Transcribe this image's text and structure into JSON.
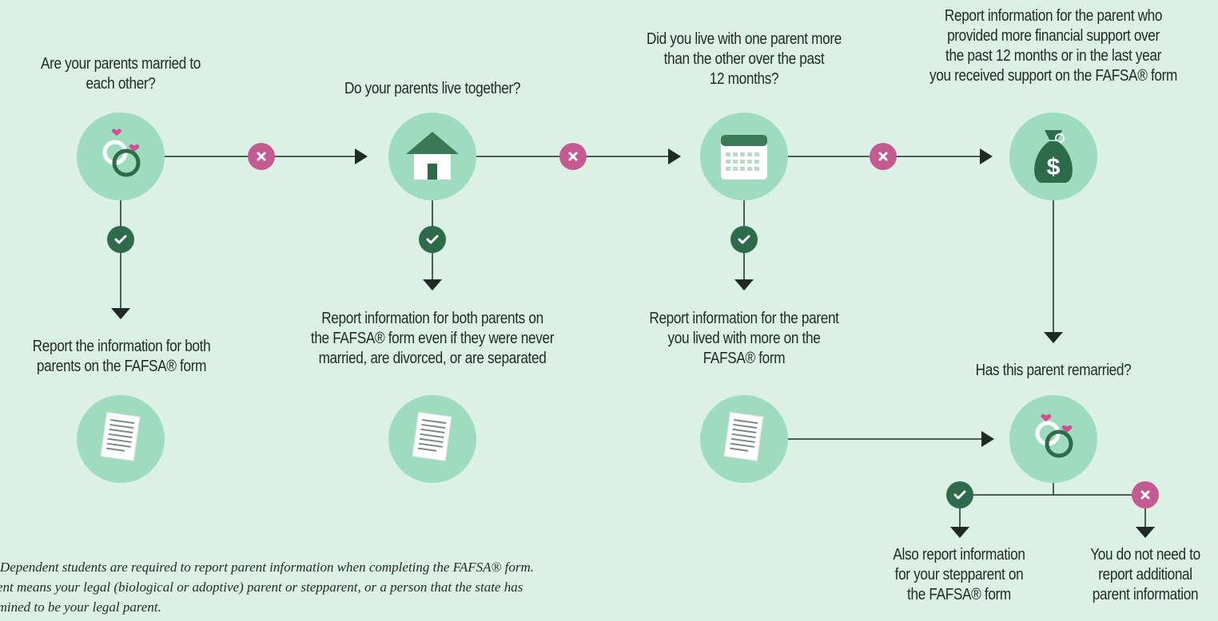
{
  "questions": {
    "married": "Are your parents married to\neach other?",
    "live_together": "Do your parents live together?",
    "lived_with_one": "Did you live with one parent more\nthan the other over the past\n12 months?",
    "remarried": "Has this parent remarried?"
  },
  "outcomes": {
    "both_married": "Report the information for both\nparents on the FAFSA® form",
    "both_together": "Report information for both parents on\nthe FAFSA® form even if they were never\nmarried, are divorced, or are separated",
    "lived_with_more": "Report information for the parent\nyou lived with more on the\nFAFSA® form",
    "financial_support": "Report information for the parent who\nprovided more financial support over\nthe past 12 months or in the last year\nyou received support on the FAFSA® form",
    "stepparent": "Also report information\nfor your stepparent on\nthe FAFSA® form",
    "no_additional": "You do not need to\nreport additional\nparent information"
  },
  "note": {
    "line1": ": Dependent students are required to report parent information when completing the FAFSA® form.",
    "line2": "rent means your legal (biological or adoptive) parent or stepparent, or a person that the state has",
    "line3": "rmined to be your legal parent."
  },
  "colors": {
    "background": "#dcf1e6",
    "circle": "#9fdcbf",
    "yes_badge": "#2e6b4a",
    "no_badge": "#c45a92",
    "line": "#1f2a26",
    "heart": "#cf4f93"
  },
  "icons": {
    "rings": "rings-icon",
    "house": "house-icon",
    "calendar": "calendar-icon",
    "money_bag": "money-bag-icon",
    "document": "document-icon",
    "check": "check-icon",
    "x": "x-icon"
  }
}
